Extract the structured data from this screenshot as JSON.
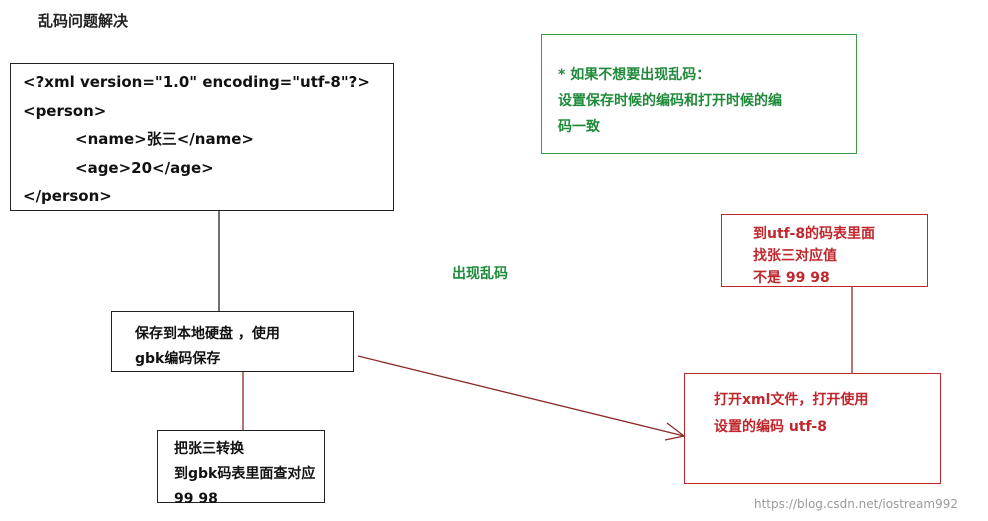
{
  "title": "乱码问题解决",
  "xml_box": {
    "lines": [
      "<?xml version=\"1.0\" encoding=\"utf-8\"?>",
      "<person>",
      "<name>张三</name>",
      "<age>20</age>",
      "</person>"
    ]
  },
  "note_box": {
    "line1": "* 如果不想要出现乱码：",
    "line2": "设置保存时候的编码和打开时候的编",
    "line3": "码一致"
  },
  "save_box": {
    "line1": "保存到本地硬盘 ，使用",
    "line2": "gbk编码保存"
  },
  "convert_box": {
    "line1": "把张三转换",
    "line2": "到gbk码表里面查对应",
    "line3": "99 98"
  },
  "lookup_box": {
    "line1": "到utf-8的码表里面",
    "line2": "找张三对应值",
    "line3": "不是 99 98"
  },
  "open_box": {
    "line1": "打开xml文件，打开使用",
    "line2": "设置的编码 utf-8"
  },
  "middle_label": "出现乱码",
  "watermark": "https://blog.csdn.net/iostream992",
  "colors": {
    "green": "#1f8a3a",
    "red": "#c0262c",
    "black": "#222222"
  }
}
